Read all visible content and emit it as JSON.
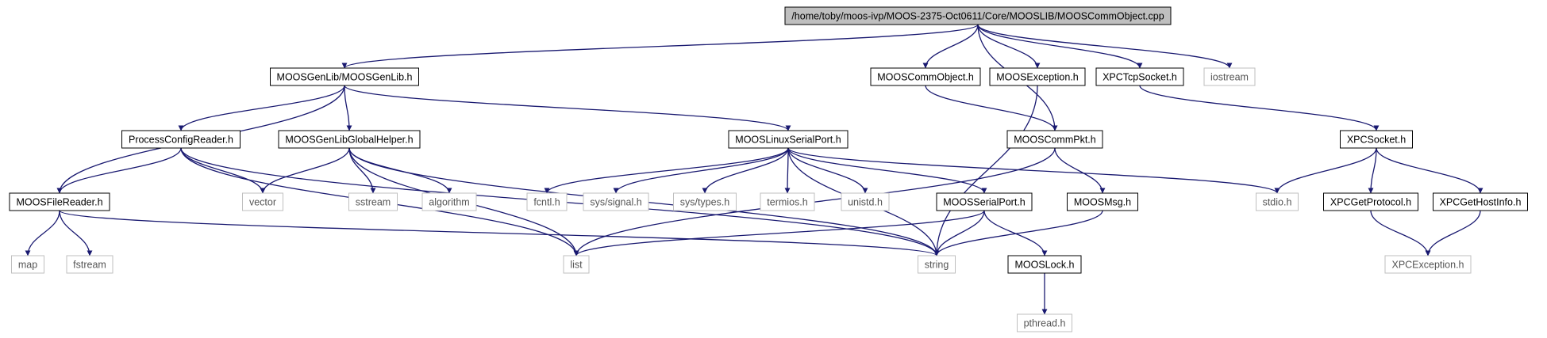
{
  "graph": {
    "edge_color": "#191970",
    "root_fill": "#bfbfbf",
    "node_border_present": "#000000",
    "node_border_missing": "#bfbfbf",
    "nodes": {
      "root": {
        "label": "/home/toby/moos-ivp/MOOS-2375-Oct0611/Core/MOOSLIB/MOOSCommObject.cpp",
        "style": "root"
      },
      "genlib": {
        "label": "MOOSGenLib/MOOSGenLib.h",
        "style": "present"
      },
      "commobj": {
        "label": "MOOSCommObject.h",
        "style": "present"
      },
      "exception": {
        "label": "MOOSException.h",
        "style": "present"
      },
      "xpctcp": {
        "label": "XPCTcpSocket.h",
        "style": "present"
      },
      "iostream": {
        "label": "iostream",
        "style": "missing"
      },
      "procconf": {
        "label": "ProcessConfigReader.h",
        "style": "present"
      },
      "globalhelper": {
        "label": "MOOSGenLibGlobalHelper.h",
        "style": "present"
      },
      "linuxserial": {
        "label": "MOOSLinuxSerialPort.h",
        "style": "present"
      },
      "commpkt": {
        "label": "MOOSCommPkt.h",
        "style": "present"
      },
      "xpcsocket": {
        "label": "XPCSocket.h",
        "style": "present"
      },
      "filereader": {
        "label": "MOOSFileReader.h",
        "style": "present"
      },
      "vector": {
        "label": "vector",
        "style": "missing"
      },
      "sstream": {
        "label": "sstream",
        "style": "missing"
      },
      "algorithm": {
        "label": "algorithm",
        "style": "missing"
      },
      "fcntl": {
        "label": "fcntl.h",
        "style": "missing"
      },
      "signal": {
        "label": "sys/signal.h",
        "style": "missing"
      },
      "types": {
        "label": "sys/types.h",
        "style": "missing"
      },
      "termios": {
        "label": "termios.h",
        "style": "missing"
      },
      "unistd": {
        "label": "unistd.h",
        "style": "missing"
      },
      "serialport": {
        "label": "MOOSSerialPort.h",
        "style": "present"
      },
      "moosmsg": {
        "label": "MOOSMsg.h",
        "style": "present"
      },
      "stdio": {
        "label": "stdio.h",
        "style": "missing"
      },
      "getprotocol": {
        "label": "XPCGetProtocol.h",
        "style": "present"
      },
      "gethostinfo": {
        "label": "XPCGetHostInfo.h",
        "style": "present"
      },
      "map": {
        "label": "map",
        "style": "missing"
      },
      "fstream": {
        "label": "fstream",
        "style": "missing"
      },
      "list": {
        "label": "list",
        "style": "missing"
      },
      "string": {
        "label": "string",
        "style": "missing"
      },
      "mooslock": {
        "label": "MOOSLock.h",
        "style": "present"
      },
      "xpcexception": {
        "label": "XPCException.h",
        "style": "missing"
      },
      "pthread": {
        "label": "pthread.h",
        "style": "missing"
      }
    },
    "edges": [
      [
        "root",
        "genlib"
      ],
      [
        "root",
        "commpkt"
      ],
      [
        "root",
        "commobj"
      ],
      [
        "root",
        "exception"
      ],
      [
        "root",
        "xpctcp"
      ],
      [
        "root",
        "iostream"
      ],
      [
        "genlib",
        "filereader"
      ],
      [
        "genlib",
        "procconf"
      ],
      [
        "genlib",
        "globalhelper"
      ],
      [
        "genlib",
        "linuxserial"
      ],
      [
        "commobj",
        "commpkt"
      ],
      [
        "exception",
        "string"
      ],
      [
        "xpctcp",
        "xpcsocket"
      ],
      [
        "procconf",
        "filereader"
      ],
      [
        "procconf",
        "vector"
      ],
      [
        "procconf",
        "list"
      ],
      [
        "procconf",
        "string"
      ],
      [
        "globalhelper",
        "vector"
      ],
      [
        "globalhelper",
        "sstream"
      ],
      [
        "globalhelper",
        "algorithm"
      ],
      [
        "globalhelper",
        "list"
      ],
      [
        "globalhelper",
        "string"
      ],
      [
        "linuxserial",
        "fcntl"
      ],
      [
        "linuxserial",
        "signal"
      ],
      [
        "linuxserial",
        "types"
      ],
      [
        "linuxserial",
        "termios"
      ],
      [
        "linuxserial",
        "unistd"
      ],
      [
        "linuxserial",
        "string"
      ],
      [
        "linuxserial",
        "serialport"
      ],
      [
        "linuxserial",
        "stdio"
      ],
      [
        "commpkt",
        "list"
      ],
      [
        "commpkt",
        "moosmsg"
      ],
      [
        "xpcsocket",
        "stdio"
      ],
      [
        "xpcsocket",
        "getprotocol"
      ],
      [
        "xpcsocket",
        "gethostinfo"
      ],
      [
        "filereader",
        "map"
      ],
      [
        "filereader",
        "fstream"
      ],
      [
        "filereader",
        "string"
      ],
      [
        "serialport",
        "list"
      ],
      [
        "serialport",
        "string"
      ],
      [
        "serialport",
        "mooslock"
      ],
      [
        "moosmsg",
        "string"
      ],
      [
        "getprotocol",
        "xpcexception"
      ],
      [
        "gethostinfo",
        "xpcexception"
      ],
      [
        "mooslock",
        "pthread"
      ]
    ]
  }
}
